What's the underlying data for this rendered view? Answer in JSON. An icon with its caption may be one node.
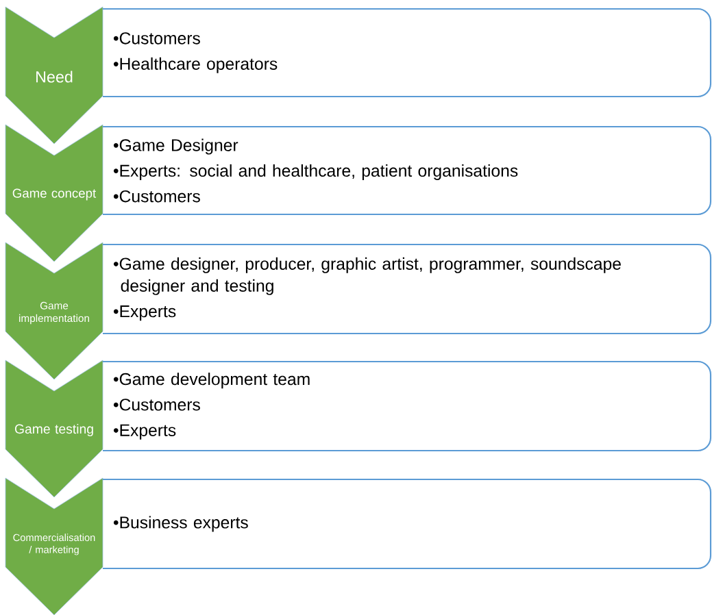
{
  "diagram": {
    "nodes": [
      {
        "text": [
          "Need"
        ]
      },
      {
        "text": [
          "•Customers",
          "•Healthcare operators"
        ]
      },
      {
        "text": [
          "Game concept"
        ]
      },
      {
        "text": [
          "•Game Designer",
          "•Experts: social and healthcare, patient organisations",
          "•Customers"
        ]
      },
      {
        "text": [
          "Game implementation"
        ]
      },
      {
        "text": [
          "•Game designer, producer, graphic artist, programmer, soundscape designer and testing",
          "•Experts"
        ]
      },
      {
        "text": [
          "Game testing"
        ]
      },
      {
        "text": [
          "•Game development  team",
          "•Customers",
          "•Experts"
        ]
      },
      {
        "text": [
          "Commercialisation / marketing"
        ]
      },
      {
        "text": [
          "•Business experts"
        ]
      }
    ]
  }
}
